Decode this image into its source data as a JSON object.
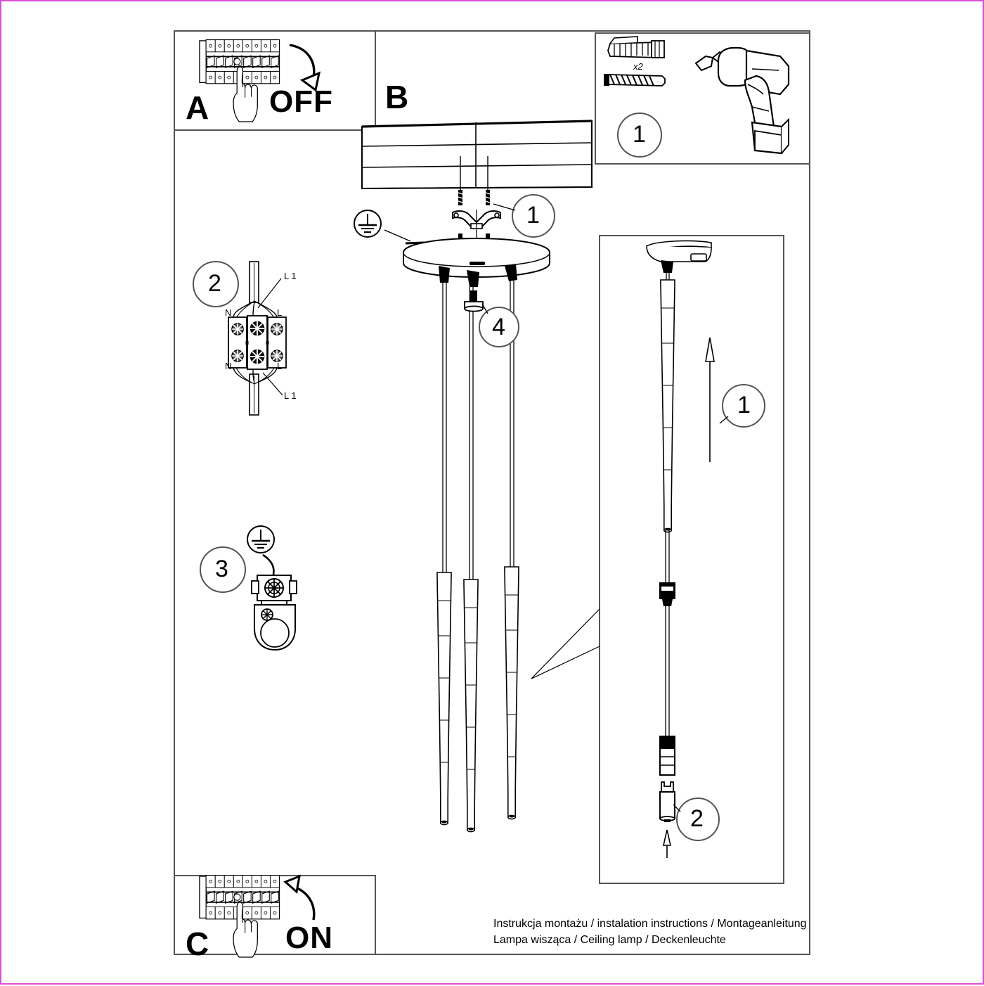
{
  "document": {
    "type": "assembly-instruction-sheet",
    "border_color": "#d94fd9",
    "line_color": "#000000"
  },
  "panels": {
    "a": {
      "letter": "A",
      "action_label": "OFF",
      "icon_breaker": "circuit-breaker-panel-icon",
      "icon_hand": "pointing-hand-icon",
      "icon_arrow": "curved-arrow-down-icon"
    },
    "b": {
      "letter": "B",
      "icon_ceiling": "ceiling-slab-icon",
      "callout": "1",
      "icon_bracket": "mounting-bracket-icon",
      "icon_screw": "screw-icon",
      "icon_earth": "earth-ground-symbol",
      "icon_canopy": "ceiling-rose-canopy-icon"
    },
    "c": {
      "letter": "C",
      "action_label": "ON",
      "icon_breaker": "circuit-breaker-panel-icon",
      "icon_hand": "pointing-hand-icon",
      "icon_arrow": "curved-arrow-up-icon"
    },
    "tools": {
      "callout": "1",
      "quantity_label": "x2",
      "icon_wallplug": "wall-plug-anchor-icon",
      "icon_screw": "screw-icon",
      "icon_drill": "power-drill-icon"
    },
    "step2": {
      "callout": "2",
      "icon_terminal": "terminal-block-icon",
      "labels": {
        "top_l1": "L 1",
        "top_n": "N",
        "top_l": "L",
        "bottom_n": "N",
        "bottom_l": "L",
        "bottom_l1": "L 1"
      }
    },
    "step3": {
      "callout": "3",
      "icon_earth": "earth-ground-symbol",
      "icon_ground_terminal": "ground-terminal-clamp-icon"
    },
    "step4": {
      "callout": "4",
      "icon_grub_screw": "grub-screw-icon"
    },
    "detail": {
      "callout_tube": "1",
      "callout_bulb": "2",
      "icon_tube": "pendant-tube-icon",
      "icon_arrow_up": "arrow-up-icon",
      "icon_connector": "cable-connector-icon",
      "icon_socket": "lamp-socket-icon",
      "icon_bulb": "bulb-icon"
    },
    "lamp": {
      "icon_pendant_1": "pendant-tube-icon",
      "icon_pendant_2": "pendant-tube-icon",
      "icon_pendant_3": "pendant-tube-icon"
    }
  },
  "caption": {
    "line1": "Instrukcja montażu / instalation instructions / Montageanleitung",
    "line2": "Lampa wisząca / Ceiling lamp / Deckenleuchte"
  }
}
